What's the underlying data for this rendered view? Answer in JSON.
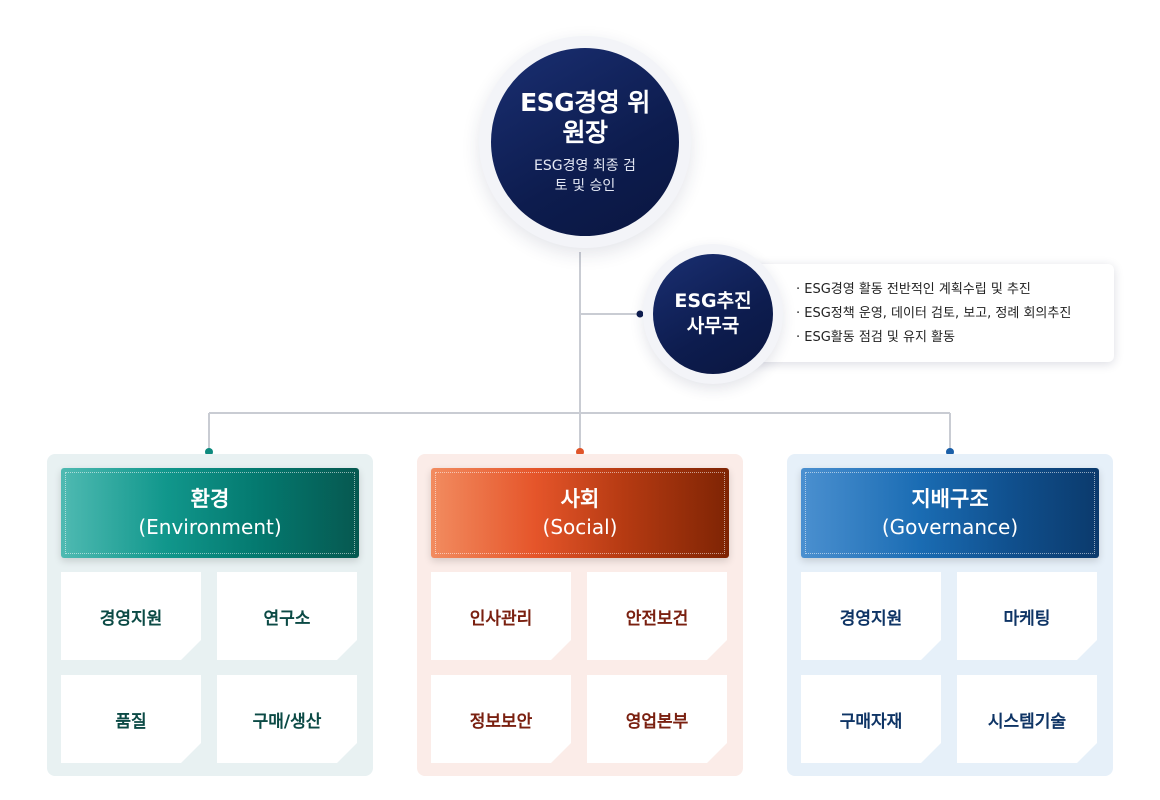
{
  "chairman": {
    "title": "ESG경영 위원장",
    "description": "ESG경영 최종 검토 및 승인"
  },
  "secretariat": {
    "title": "ESG추진 사무국",
    "duties": [
      "ESG경영 활동 전반적인 계획수립 및 추진",
      "ESG정책 운영, 데이터 검토, 보고, 정례 회의추진",
      "ESG활동 점검 및 유지 활동"
    ]
  },
  "pillars": [
    {
      "title": "환경",
      "subtitle": "(Environment)",
      "departments": [
        "경영지원",
        "연구소",
        "품질",
        "구매/생산"
      ]
    },
    {
      "title": "사회",
      "subtitle": "(Social)",
      "departments": [
        "인사관리",
        "안전보건",
        "정보보안",
        "영업본부"
      ]
    },
    {
      "title": "지배구조",
      "subtitle": "(Governance)",
      "departments": [
        "경영지원",
        "마케팅",
        "구매자재",
        "시스템기술"
      ]
    }
  ],
  "colors": {
    "navy": "#0d1c4e",
    "environment": "#047a70",
    "social": "#e5552a",
    "governance": "#1a6cb3",
    "connector": "#c9ccd3"
  }
}
